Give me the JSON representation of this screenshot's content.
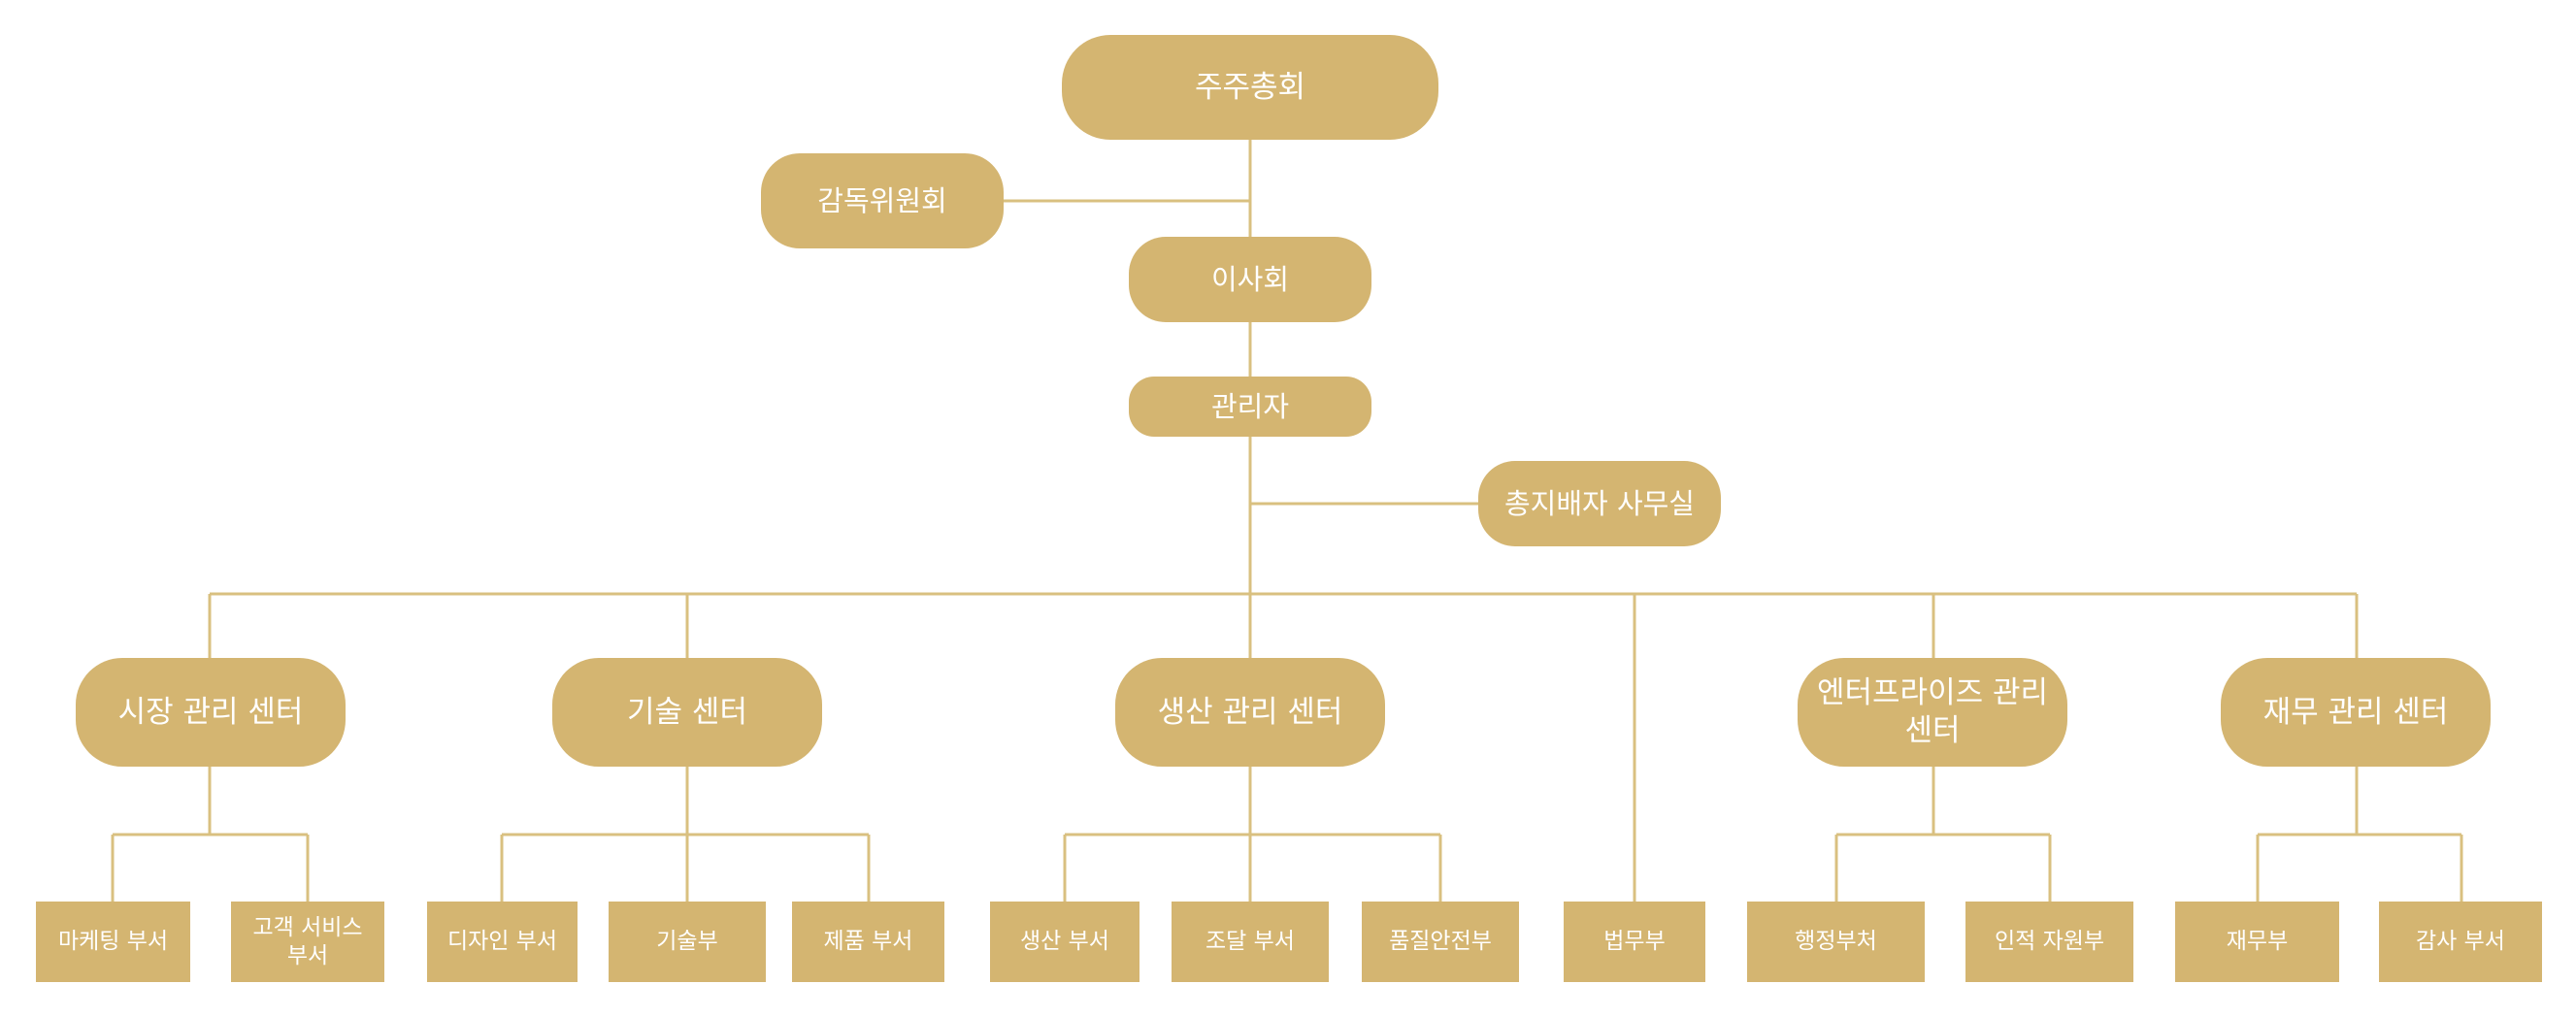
{
  "colors": {
    "node_fill": "#d4b571",
    "connector": "#d9c080",
    "text": "#ffffff"
  },
  "nodes": {
    "shareholders": "주주총회",
    "supervisory": "감독위원회",
    "board": "이사회",
    "manager": "관리자",
    "gm_office": "총지배자 사무실",
    "market_center": "시장 관리 센터",
    "tech_center": "기술 센터",
    "production_center": "생산 관리 센터",
    "enterprise_center": "엔터프라이즈 관리 센터",
    "finance_center": "재무 관리 센터",
    "marketing_dept": "마케팅 부서",
    "customer_service_dept": "고객 서비스 부서",
    "design_dept": "디자인 부서",
    "tech_dept": "기술부",
    "product_dept": "제품 부서",
    "production_dept": "생산 부서",
    "procurement_dept": "조달 부서",
    "quality_safety_dept": "품질안전부",
    "legal_dept": "법무부",
    "admin_dept": "행정부처",
    "hr_dept": "인적 자원부",
    "finance_dept": "재무부",
    "audit_dept": "감사 부서"
  }
}
